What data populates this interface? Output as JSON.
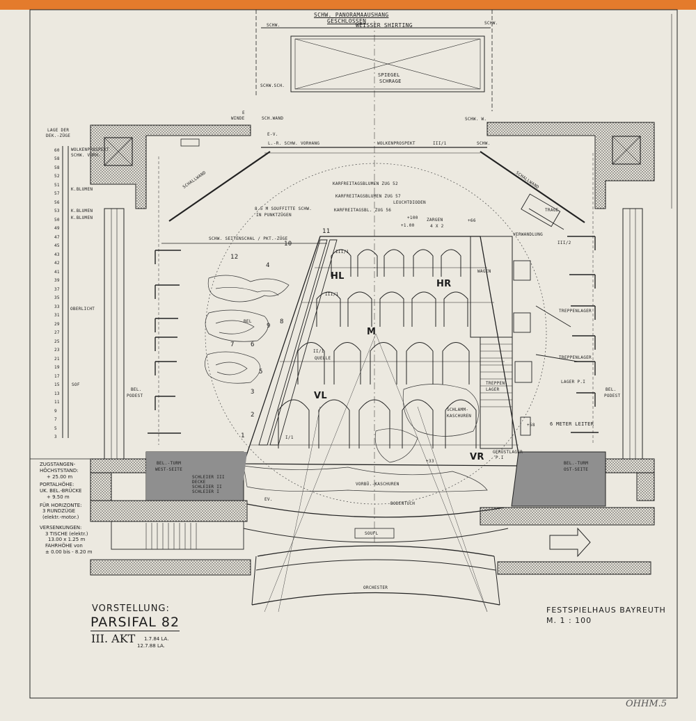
{
  "header": {
    "panorama": "SCHW. PANORAMAAUSHANG",
    "geschlossen": "GESCHLOSSEN",
    "schw_left": "SCHW.",
    "shirting": "WEISSER SHIRTING",
    "schw_right": "SCHW.",
    "spiegel": "SPIEGEL",
    "schrage": "SCHRAGE",
    "schw_sch": "SCHW.SCH."
  },
  "upper": {
    "e": "E",
    "winde": "WINDE",
    "sch_wand": "SCH.WAND",
    "ev": "E-V.",
    "schw_w": "SCHW. W.",
    "lr_vorhang": "L.-R. SCHW. VORHANG",
    "wolkenprospekt_main": "WOLKENPROSPEKT",
    "wolken_num": "III/1",
    "schw_r": "SCHW."
  },
  "gauge": {
    "title1": "LAGE DER",
    "title2": "DEK.-ZÜGE",
    "wolkenprospekt": "WOLKENPROSPEKT",
    "schw_vorh": "SCHW. VORH.",
    "k_blumen1": "K.BLUMEN",
    "k_blumen2": "K.BLUMEN",
    "k_blumen3": "K.BLUMEN",
    "oberlicht": "OBERLICHT",
    "sof": "SOF",
    "numbers": [
      "60",
      "58",
      "58",
      "52",
      "51",
      "57",
      "56",
      "53",
      "50",
      "49",
      "47",
      "45",
      "43",
      "42",
      "41",
      "39",
      "37",
      "35",
      "33",
      "31",
      "29",
      "27",
      "25",
      "23",
      "21",
      "19",
      "17",
      "15",
      "13",
      "11",
      "9",
      "7",
      "5",
      "3"
    ]
  },
  "stage": {
    "schallwand_left": "SCHALLWAND",
    "schallwand_right": "SCHALLWAND",
    "karfreit1": "KARFREITAGSBLUMEN  ZUG 52",
    "karfreit2": "KARFREITAGSBLUMEN   ZUG 57",
    "leuchtdioden": "LEUCHTDIODEN",
    "karfreit3": "KARFREITAGSBL. ZUG 56",
    "souffitte": "8.5 M SOUFFITTE SCHW.",
    "punktzuegen": "IN PUNKTZÜGEN",
    "zargen": "ZARGEN",
    "zargen_size": "4 X 2",
    "plus100a": "+100",
    "plus100b": "+1.00",
    "plus66": "+66",
    "trage": "TRAGE",
    "seitenschal": "SCHW. SEITENSCHAL / PKT.-ZÜGE",
    "verwandlung": "VERWANDLUNG",
    "iii2": "III/2",
    "wagen": "WAGEN",
    "hl": "HL",
    "hr": "HR",
    "m": "M",
    "vl": "VL",
    "vr": "VR",
    "bel": "BEL",
    "quelle": "QUELLE",
    "treppenlager_r1": "TREPPENLAGER",
    "treppenlager_r2": "TREPPENLAGER",
    "lager_p1": "LAGER P.I",
    "treppen": "TREPPEN-",
    "lager": "LAGER",
    "schlamm": "SCHLAMM-",
    "kaschuren": "KASCHUREN",
    "meter_leiter": "6 METER LEITER",
    "plus58": "+58",
    "geruestlager": "GERÜSTLAGER",
    "p1": "P.I",
    "plus33": "+33",
    "bel_podest_l1": "BEL.",
    "bel_podest_l2": "PODEST",
    "bel_podest_r1": "BEL.",
    "bel_podest_r2": "PODEST",
    "iii1a": "III/1",
    "iii1b": "III/1",
    "ii1": "II/1",
    "i1": "I/1",
    "numbers": [
      "1",
      "2",
      "3",
      "4",
      "5",
      "6",
      "7",
      "8",
      "9",
      "10",
      "11",
      "12"
    ]
  },
  "front": {
    "bel_turm_west1": "BEL.-TURM",
    "bel_turm_west2": "WEST-SEITE",
    "bel_turm_ost1": "BEL.-TURM",
    "bel_turm_ost2": "OST-SEITE",
    "schleier3": "SCHLEIER III",
    "decke": "DECKE",
    "schleier2": "SCHLEIER II",
    "schleier1": "SCHLEIER I",
    "voabd": "VORBÜ.-KASCHUREN",
    "bodentuch": "BODENTUCH",
    "soufl": "SOUFL",
    "orchester": "ORCHESTER",
    "ev": "EV."
  },
  "notes": {
    "zug1": "ZUGSTANGEN-",
    "zug2": "HÖCHSTSTAND:",
    "zug3": "+ 25.00 m",
    "portal1": "PORTALHÖHE:",
    "portal2": "UK. BEL.-BRÜCKE",
    "portal3": "+ 9.50 m",
    "horiz1": "FÜR HORIZONTE:",
    "horiz2": "3 RUNDZÜGE",
    "horiz3": "(elektr.-motor.)",
    "vers1": "VERSENKUNGEN:",
    "vers2": "3 TISCHE (elektr.)",
    "vers3": "13.00 x 1.25 m",
    "vers4": "FAHRHÖHE von",
    "vers5": "± 0.00 bis - 8.20 m"
  },
  "titleblock": {
    "vorstellung": "VORSTELLUNG:",
    "title": "PARSIFAL 82",
    "act": "III. AKT",
    "date1": "1.7.84  LA.",
    "date2": "12.7.88  LA.",
    "venue": "FESTSPIELHAUS BAYREUTH",
    "scale": "M. 1 : 100",
    "handwriting": "OHHM.5"
  },
  "colors": {
    "paper": "#ece9e0",
    "ink": "#1c1c1c",
    "orange": "#e47b2c",
    "tower_fill": "#8f8f8f"
  }
}
